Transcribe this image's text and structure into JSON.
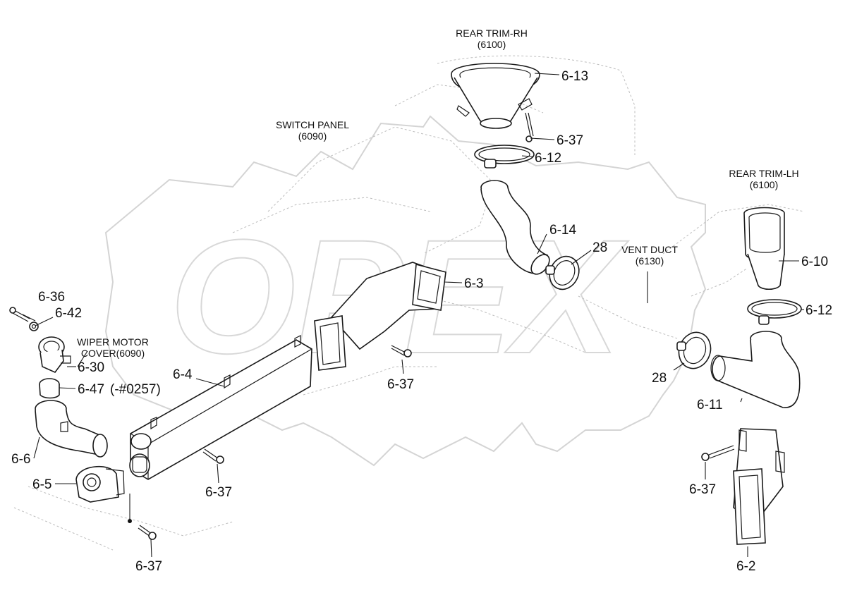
{
  "context_labels": {
    "rear_trim_rh": {
      "line1": "REAR TRIM-RH",
      "line2": "(6100)"
    },
    "switch_panel": {
      "line1": "SWITCH PANEL",
      "line2": "(6090)"
    },
    "rear_trim_lh": {
      "line1": "REAR TRIM-LH",
      "line2": "(6100)"
    },
    "vent_duct": {
      "line1": "VENT DUCT",
      "line2": "(6130)"
    },
    "wiper_motor_cover": {
      "line1": "WIPER MOTOR",
      "line2": "COVER(6090)"
    }
  },
  "callouts": {
    "p6_13": "6-13",
    "p6_37_top": "6-37",
    "p6_12_top": "6-12",
    "p6_14": "6-14",
    "p28_upper": "28",
    "p6_3": "6-3",
    "p6_10": "6-10",
    "p6_12_right": "6-12",
    "p28_lower": "28",
    "p6_11": "6-11",
    "p6_36": "6-36",
    "p6_42": "6-42",
    "p6_30": "6-30",
    "p6_47": "6-47",
    "p6_47_note": "(-#0257)",
    "p6_4": "6-4",
    "p6_37_mid": "6-37",
    "p6_6": "6-6",
    "p6_5": "6-5",
    "p6_37_lower_mid": "6-37",
    "p6_37_bottom": "6-37",
    "p6_37_right": "6-37",
    "p6_2": "6-2"
  },
  "watermark": "OPEX"
}
